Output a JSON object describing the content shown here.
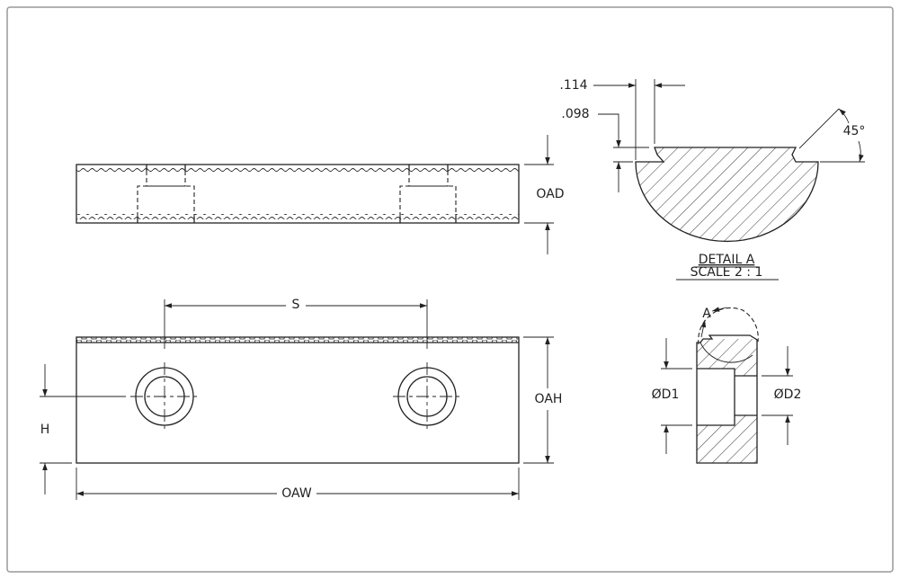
{
  "drawing": {
    "top_view": {
      "dim_depth": "OAD"
    },
    "front_view": {
      "dim_spacing": "S",
      "dim_height": "OAH",
      "dim_hole_height": "H",
      "dim_width": "OAW"
    },
    "detail": {
      "dim_groove_width": ".114",
      "dim_groove_depth": ".098",
      "dim_angle": "45°",
      "title": "DETAIL A",
      "scale": "SCALE 2 : 1"
    },
    "section_view": {
      "detail_callout": "A",
      "dim_counterbore": "ØD1",
      "dim_hole": "ØD2"
    }
  }
}
